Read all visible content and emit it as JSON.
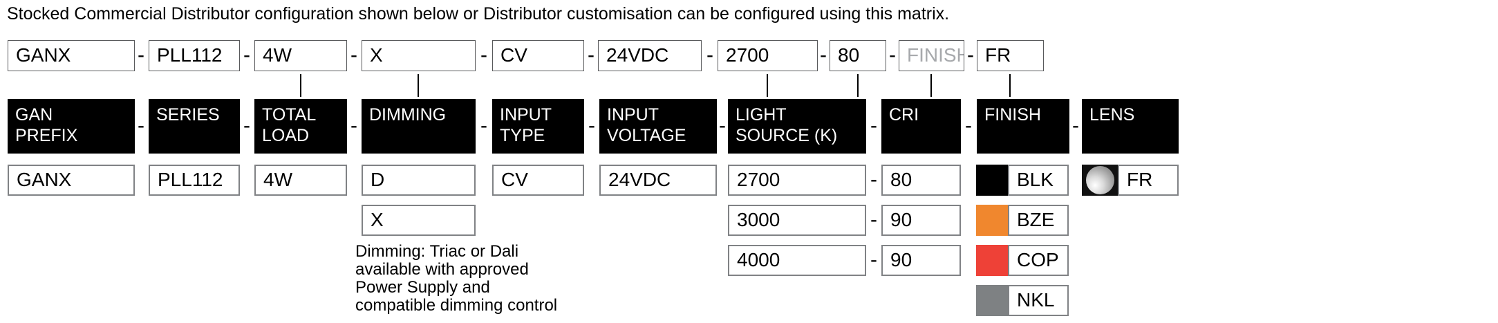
{
  "title": "Stocked Commercial Distributor configuration shown below or Distributor customisation can be configured using this matrix.",
  "separator": "-",
  "top_row": {
    "values": [
      "GANX",
      "PLL112",
      "4W",
      "X",
      "CV",
      "24VDC",
      "2700",
      "80",
      "FINISH",
      "FR"
    ],
    "placeholder_value": "FINISH"
  },
  "headers": [
    "GAN\nPREFIX",
    "SERIES",
    "TOTAL\nLOAD",
    "DIMMING",
    "INPUT\nTYPE",
    "INPUT\nVOLTAGE",
    "LIGHT\nSOURCE (K)",
    "CRI",
    "FINISH",
    "LENS"
  ],
  "options": {
    "gan_prefix": [
      "GANX"
    ],
    "series": [
      "PLL112"
    ],
    "total_load": [
      "4W"
    ],
    "dimming": [
      "D",
      "X"
    ],
    "dimming_note": "Dimming: Triac or Dali\navailable with approved\nPower Supply and\ncompatible dimming control",
    "input_type": [
      "CV"
    ],
    "input_voltage": [
      "24VDC"
    ],
    "light_source_k": [
      "2700",
      "3000",
      "4000"
    ],
    "cri": [
      "80",
      "90",
      "90"
    ],
    "finish": [
      {
        "code": "BLK",
        "color": "#000000"
      },
      {
        "code": "BZE",
        "color": "#F0872E"
      },
      {
        "code": "COP",
        "color": "#EE4137"
      },
      {
        "code": "NKL",
        "color": "#7E8183"
      }
    ],
    "lens": [
      {
        "code": "FR",
        "icon": "frosted-sphere"
      }
    ]
  }
}
